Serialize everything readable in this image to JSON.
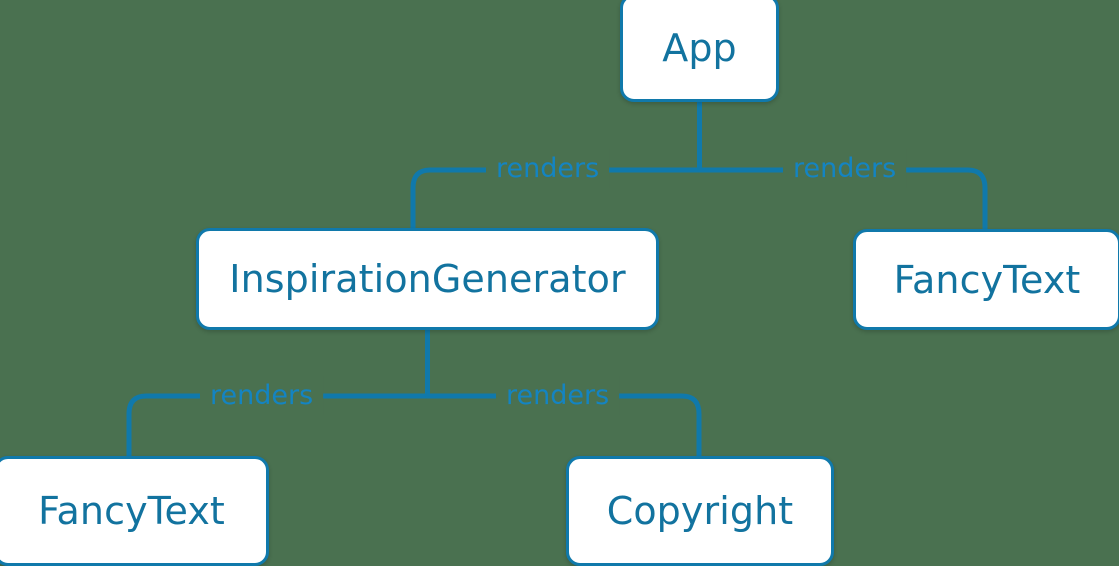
{
  "diagram": {
    "type": "component-tree",
    "background_color": "#4a7150",
    "node_fill_color": "#ffffff",
    "node_border_color": "#1079ab",
    "node_text_color": "#12739f",
    "edge_color": "#1079ab",
    "edge_label_color": "#1484c2",
    "nodes": [
      {
        "id": "app",
        "label": "App"
      },
      {
        "id": "inspiration_generator",
        "label": "InspirationGenerator"
      },
      {
        "id": "fancytext_right",
        "label": "FancyText"
      },
      {
        "id": "fancytext_bottom",
        "label": "FancyText"
      },
      {
        "id": "copyright",
        "label": "Copyright"
      }
    ],
    "edges": [
      {
        "from": "app",
        "to": "inspiration_generator",
        "label": "renders"
      },
      {
        "from": "app",
        "to": "fancytext_right",
        "label": "renders"
      },
      {
        "from": "inspiration_generator",
        "to": "fancytext_bottom",
        "label": "renders"
      },
      {
        "from": "inspiration_generator",
        "to": "copyright",
        "label": "renders"
      }
    ]
  }
}
